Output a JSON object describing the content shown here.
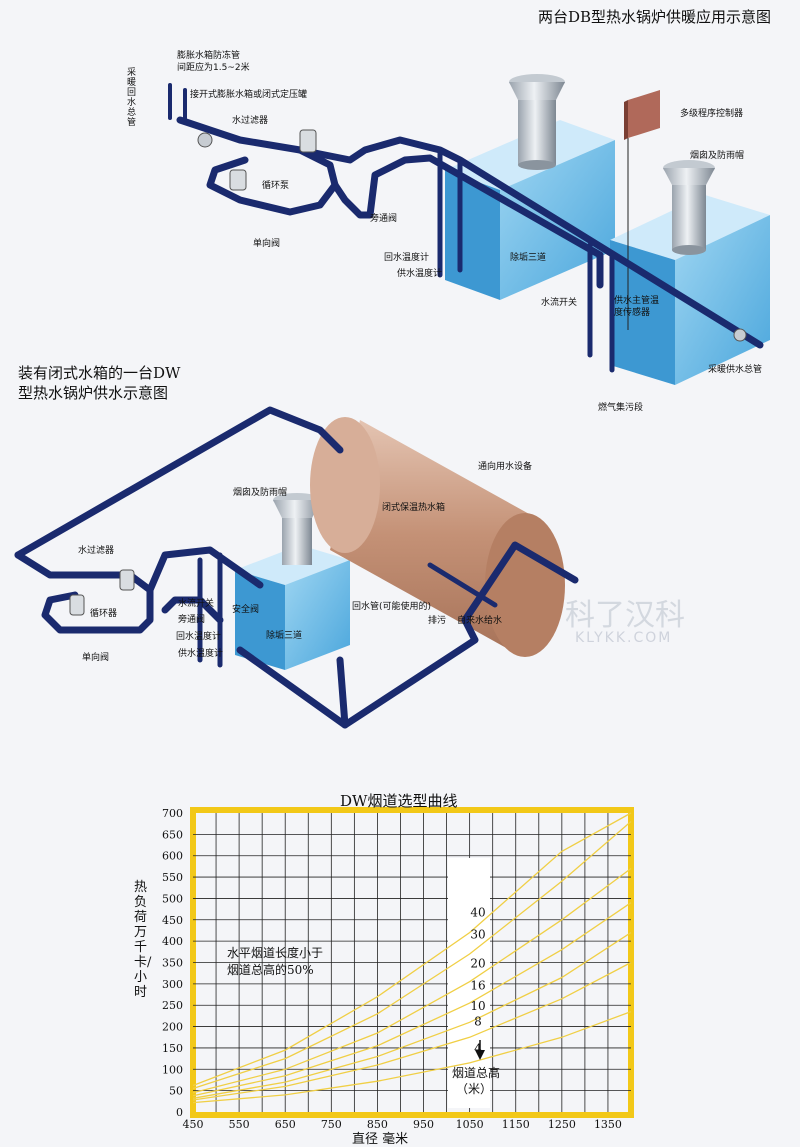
{
  "diagram1": {
    "title": "两台DB型热水锅炉供暖应用示意图",
    "labels": {
      "return_main": "采暖回水总管",
      "expansion_pipe_l1": "膨胀水箱防冻管",
      "expansion_pipe_l2": "间距应为1.5~2米",
      "expansion_tank": "接开式膨胀水箱或闭式定压罐",
      "water_filter": "水过滤器",
      "circ_pump": "循环泵",
      "check_valve": "单向阀",
      "bypass_valve": "旁通阀",
      "return_temp": "回水温度计",
      "supply_temp": "供水温度计",
      "descaling_tee": "除垢三道",
      "controller": "多级程序控制器",
      "flue_cap": "烟囱及防雨帽",
      "flow_switch": "水流开关",
      "supply_sensor_l1": "供水主管温",
      "supply_sensor_l2": "度传感器",
      "supply_main": "采暖供水总管",
      "sludge": "燃气集污段"
    }
  },
  "diagram2": {
    "title_l1": "装有闭式水箱的一台DW",
    "title_l2": "型热水锅炉供水示意图",
    "labels": {
      "flue_cap": "烟囱及防雨帽",
      "to_water_equipment": "通向用水设备",
      "closed_tank": "闭式保温热水箱",
      "water_filter": "水过滤器",
      "circ_pump": "循环器",
      "check_valve": "单向阀",
      "flow_switch": "水流开关",
      "bypass_valve": "旁通阀",
      "return_temp": "回水温度计",
      "supply_temp": "供水温度计",
      "safety_valve": "安全阀",
      "descaling_tee": "除垢三道",
      "return_pipe": "回水管(可能使用的)",
      "drain": "排污",
      "tap_water": "自来水给水"
    }
  },
  "watermark": {
    "brand": "科了汉科",
    "url": "KLYKK.COM"
  },
  "colors": {
    "pipe": "#1a2a6e",
    "boiler": "#5fb8e6",
    "tank": "#c9957a",
    "chart_frame": "#f2c818",
    "curve": "#f0cf45"
  },
  "chart_data": {
    "type": "line",
    "title": "DW烟道选型曲线",
    "xlabel": "直径    毫米",
    "ylabel": "热负荷    万千卡/小时",
    "xlim": [
      450,
      1400
    ],
    "ylim": [
      0,
      700
    ],
    "x_ticks": [
      450,
      550,
      650,
      750,
      850,
      950,
      1050,
      1150,
      1250,
      1350
    ],
    "y_ticks": [
      0,
      50,
      100,
      150,
      200,
      250,
      300,
      350,
      400,
      450,
      500,
      550,
      600,
      650,
      700
    ],
    "annotation_l1": "水平烟道长度小于",
    "annotation_l2": "烟道总高的50%",
    "height_label_l1": "烟道总高",
    "height_label_l2": "（米）",
    "series": [
      {
        "name": "4",
        "x": [
          450,
          650,
          850,
          1050,
          1250,
          1400
        ],
        "values": [
          22,
          40,
          72,
          115,
          175,
          235
        ]
      },
      {
        "name": "8",
        "x": [
          450,
          650,
          850,
          1050,
          1250,
          1400
        ],
        "values": [
          28,
          60,
          110,
          175,
          265,
          350
        ]
      },
      {
        "name": "10",
        "x": [
          450,
          650,
          850,
          1050,
          1250,
          1400
        ],
        "values": [
          32,
          70,
          130,
          210,
          315,
          420
        ]
      },
      {
        "name": "16",
        "x": [
          450,
          650,
          850,
          1050,
          1250,
          1400
        ],
        "values": [
          38,
          85,
          155,
          255,
          380,
          490
        ]
      },
      {
        "name": "20",
        "x": [
          450,
          650,
          850,
          1050,
          1250,
          1400
        ],
        "values": [
          45,
          100,
          185,
          305,
          450,
          570
        ]
      },
      {
        "name": "30",
        "x": [
          450,
          650,
          850,
          1050,
          1250,
          1400
        ],
        "values": [
          55,
          125,
          230,
          370,
          540,
          680
        ]
      },
      {
        "name": "40",
        "x": [
          450,
          650,
          850,
          1050,
          1250,
          1400
        ],
        "values": [
          62,
          145,
          270,
          420,
          610,
          745
        ]
      }
    ]
  }
}
